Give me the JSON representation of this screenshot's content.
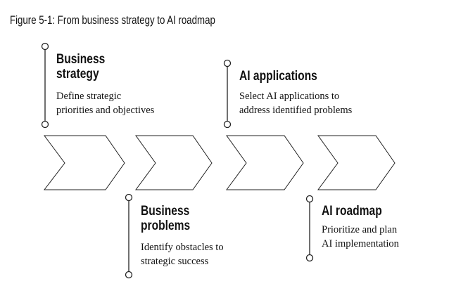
{
  "figure_title": "Figure 5-1: From business strategy to AI roadmap",
  "stages": [
    {
      "title_lines": [
        "Business",
        "strategy"
      ],
      "desc_lines": [
        "Define strategic",
        "priorities and objectives"
      ]
    },
    {
      "title_lines": [
        "Business",
        "problems"
      ],
      "desc_lines": [
        "Identify obstacles to",
        "strategic success"
      ]
    },
    {
      "title_lines": [
        "AI applications"
      ],
      "desc_lines": [
        "Select AI applications to",
        "address identified problems"
      ]
    },
    {
      "title_lines": [
        "AI roadmap"
      ],
      "desc_lines": [
        "Prioritize and plan",
        "AI implementation"
      ]
    }
  ],
  "stroke_color": "#222222"
}
